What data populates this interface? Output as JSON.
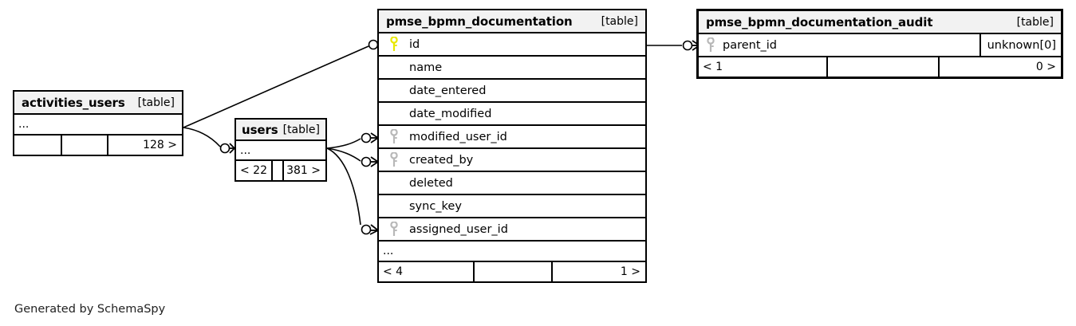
{
  "diagram": {
    "generator_text": "Generated by SchemaSpy",
    "table_tag": "[table]",
    "ellipsis": "...",
    "colors": {
      "primary_key": "#e8e800",
      "foreign_key": "#b8b8b8",
      "header_background": "#f2f2f2",
      "border": "#000000",
      "background": "#ffffff"
    }
  },
  "tables": {
    "activities_users": {
      "name": "activities_users",
      "tag": "[table]",
      "ellipsis": "...",
      "footer": {
        "left": "",
        "middle": "",
        "right": "128 >"
      }
    },
    "users": {
      "name": "users",
      "tag": "[table]",
      "ellipsis": "...",
      "footer": {
        "left": "< 22",
        "middle": "",
        "right": "381 >"
      }
    },
    "pmse_bpmn_documentation": {
      "name": "pmse_bpmn_documentation",
      "tag": "[table]",
      "ellipsis": "...",
      "columns": [
        {
          "name": "id",
          "key": "primary"
        },
        {
          "name": "name",
          "key": "none"
        },
        {
          "name": "date_entered",
          "key": "none"
        },
        {
          "name": "date_modified",
          "key": "none"
        },
        {
          "name": "modified_user_id",
          "key": "foreign"
        },
        {
          "name": "created_by",
          "key": "foreign"
        },
        {
          "name": "deleted",
          "key": "none"
        },
        {
          "name": "sync_key",
          "key": "none"
        },
        {
          "name": "assigned_user_id",
          "key": "foreign"
        }
      ],
      "footer": {
        "left": "< 4",
        "middle": "",
        "right": "1 >"
      }
    },
    "pmse_bpmn_documentation_audit": {
      "name": "pmse_bpmn_documentation_audit",
      "tag": "[table]",
      "columns": [
        {
          "name": "parent_id",
          "key": "foreign",
          "type": "unknown[0]"
        }
      ],
      "footer": {
        "left": "< 1",
        "middle": "",
        "right": "0 >"
      }
    }
  },
  "relationships": [
    {
      "from": "activities_users",
      "to": "pmse_bpmn_documentation.id"
    },
    {
      "from": "activities_users",
      "to": "users"
    },
    {
      "from": "users",
      "to": "pmse_bpmn_documentation.modified_user_id"
    },
    {
      "from": "users",
      "to": "pmse_bpmn_documentation.created_by"
    },
    {
      "from": "users",
      "to": "pmse_bpmn_documentation.assigned_user_id"
    },
    {
      "from": "pmse_bpmn_documentation.id",
      "to": "pmse_bpmn_documentation_audit.parent_id"
    }
  ]
}
